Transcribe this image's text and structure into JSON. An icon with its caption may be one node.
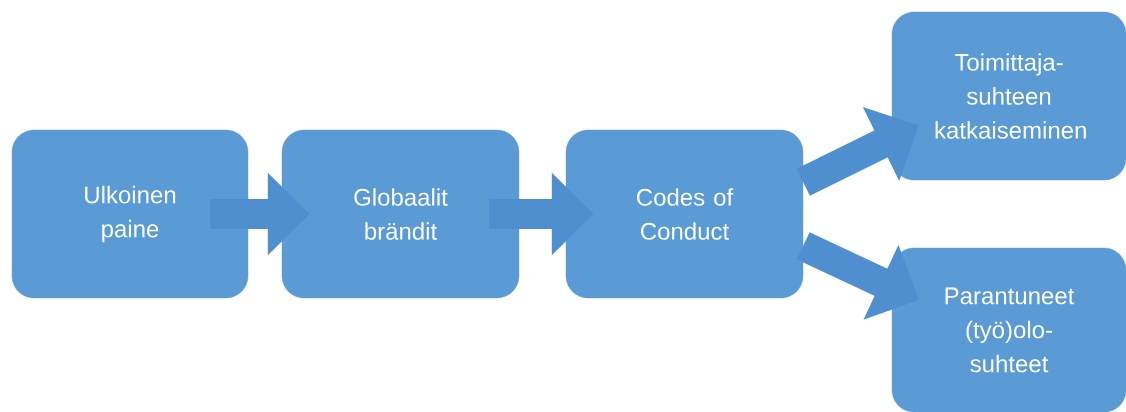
{
  "diagram": {
    "nodes": [
      {
        "text": [
          "Ulkoinen paine"
        ]
      },
      {
        "text": [
          "Globaalit brändit"
        ]
      },
      {
        "text": [
          "Codes of Conduct"
        ]
      },
      {
        "text": [
          "Toimittaja-suhteen katkaiseminen"
        ]
      },
      {
        "text": [
          "Parantuneet (työ)olo-suhteet"
        ]
      }
    ],
    "edges": [
      {
        "from": 0,
        "to": 1,
        "arrow": "to"
      },
      {
        "from": 1,
        "to": 2,
        "arrow": "to"
      },
      {
        "from": 2,
        "to": 3,
        "arrow": "to"
      },
      {
        "from": 2,
        "to": 4,
        "arrow": "to"
      }
    ]
  }
}
